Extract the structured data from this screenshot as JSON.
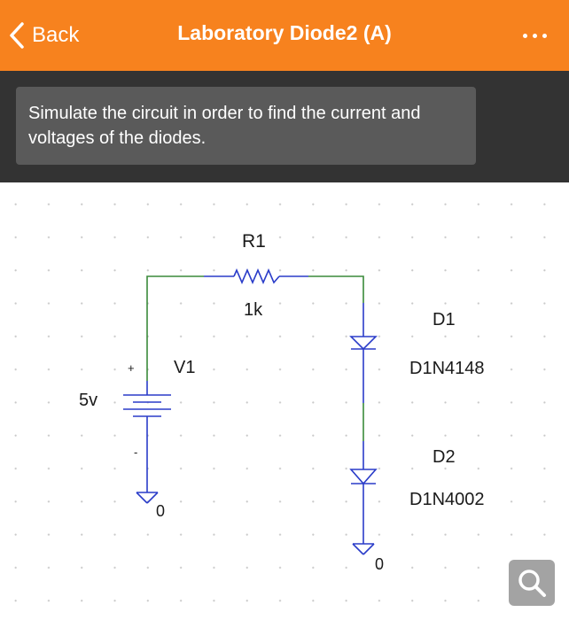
{
  "nav": {
    "back_label": "Back",
    "title": "Laboratory Diode2 (A)",
    "background": "#f7821e",
    "more_icon": "more-dots-icon"
  },
  "question": {
    "text": "Simulate the circuit in order to find the current and voltages of the diodes."
  },
  "schematic": {
    "resistor": {
      "name": "R1",
      "value": "1k"
    },
    "source": {
      "name": "V1",
      "value": "5v",
      "plus": "+",
      "minus": "-"
    },
    "diodes": [
      {
        "name": "D1",
        "model": "D1N4148"
      },
      {
        "name": "D2",
        "model": "D1N4002"
      }
    ],
    "grounds": [
      "0",
      "0"
    ],
    "wire_color": "#3a8a3a",
    "component_color": "#2a3cc9"
  },
  "search": {
    "icon": "search-icon"
  }
}
